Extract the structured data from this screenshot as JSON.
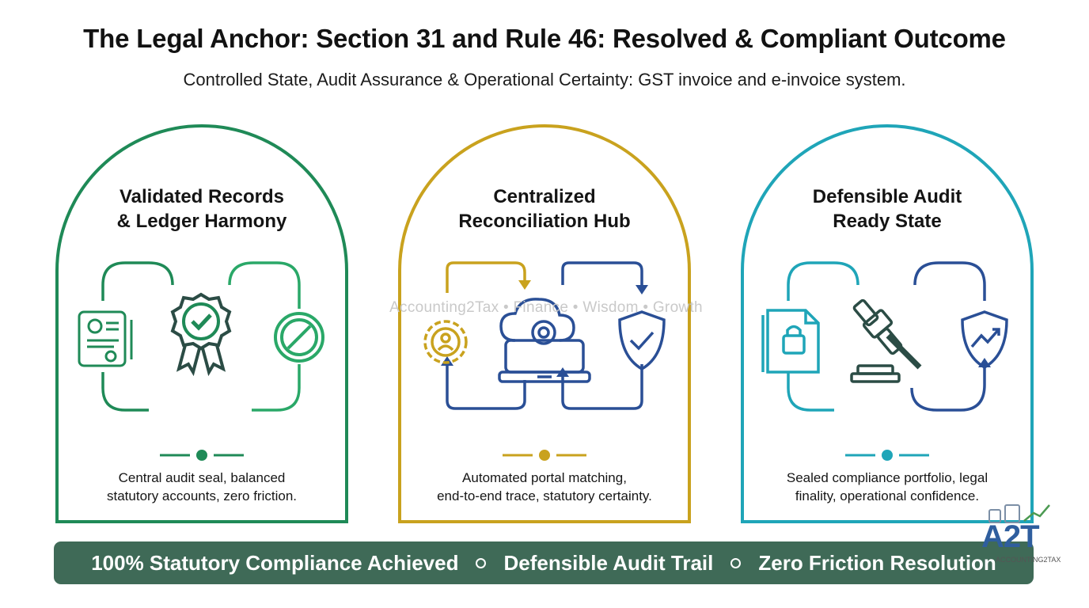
{
  "header": {
    "title": "The Legal Anchor: Section 31 and Rule 46: Resolved & Compliant Outcome",
    "subtitle": "Controlled State, Audit Assurance & Operational Certainty: GST invoice and e-invoice system."
  },
  "cards": [
    {
      "title_lines": [
        "Validated Records",
        "& Ledger Harmony"
      ],
      "desc_lines": [
        "Central audit seal, balanced",
        "statutory accounts, zero friction."
      ],
      "color": "#1f8a57",
      "icons": [
        "document-chart-icon",
        "award-seal-check-icon",
        "prohibited-icon"
      ]
    },
    {
      "title_lines": [
        "Centralized",
        "Reconciliation Hub"
      ],
      "desc_lines": [
        "Automated portal matching,",
        "end-to-end trace, statutory certainty."
      ],
      "color": "#c9a21e",
      "icons": [
        "user-gear-icon",
        "cloud-laptop-icon",
        "shield-check-icon"
      ]
    },
    {
      "title_lines": [
        "Defensible Audit",
        "Ready State"
      ],
      "desc_lines": [
        "Sealed compliance portfolio, legal",
        "finality, operational confidence."
      ],
      "color": "#1fa5b8",
      "icons": [
        "locked-document-icon",
        "gavel-icon",
        "shield-growth-icon"
      ]
    }
  ],
  "watermark": "Accounting2Tax • Finance • Wisdom • Growth",
  "banner": {
    "items": [
      "100% Statutory Compliance Achieved",
      "Defensible Audit Trail",
      "Zero Friction Resolution"
    ]
  },
  "logo": {
    "main": "A2T",
    "sub": "ACCOUNTING2TAX"
  },
  "colors": {
    "green": "#1f8a57",
    "gold": "#c9a21e",
    "teal": "#1fa5b8",
    "navy": "#2a4f96",
    "banner": "#3f6a57"
  }
}
